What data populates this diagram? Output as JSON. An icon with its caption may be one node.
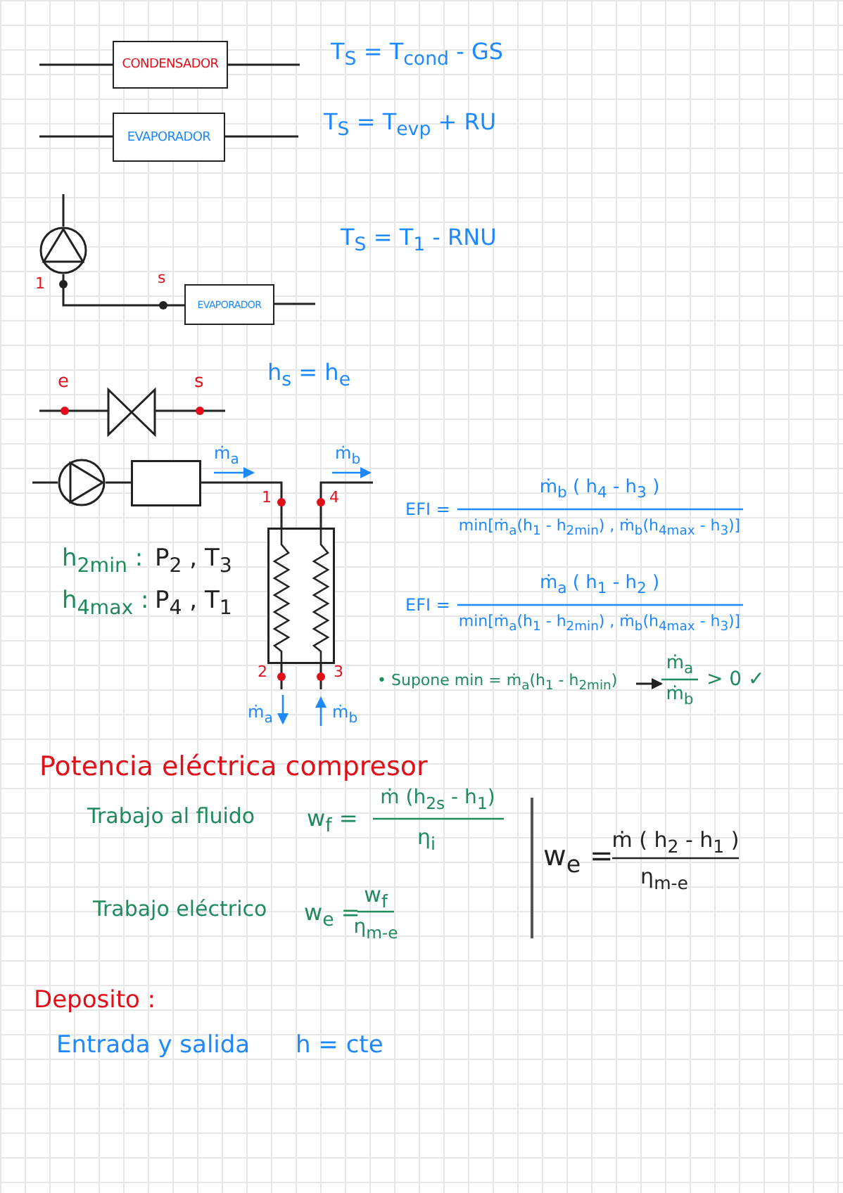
{
  "diagram": {
    "nodes": [
      {
        "text": [
          "CONDENSADOR"
        ]
      },
      {
        "text": [
          "EVAPORADOR"
        ]
      },
      {
        "text": [],
        "shape": "circle"
      },
      {
        "text": [
          "EVAPORADOR"
        ]
      },
      {
        "text": [],
        "shape": "circle"
      },
      {
        "text": [],
        "shape": "box"
      },
      {
        "text": [],
        "shape": "box"
      }
    ],
    "edges": [
      {
        "from": null,
        "to": 0,
        "arrow": "none"
      },
      {
        "from": 0,
        "to": null,
        "arrow": "none"
      },
      {
        "from": null,
        "to": 1,
        "arrow": "none"
      },
      {
        "from": 1,
        "to": null,
        "arrow": "none"
      },
      {
        "from": 2,
        "to": null,
        "arrow": "none"
      },
      {
        "from": 2,
        "to": 3,
        "arrow": "other"
      },
      {
        "from": 3,
        "to": null,
        "arrow": "none"
      },
      {
        "from": null,
        "to": 4,
        "arrow": "none"
      },
      {
        "from": 4,
        "to": 5,
        "arrow": "none"
      },
      {
        "from": 5,
        "to": 6,
        "arrow": "none"
      },
      {
        "from": 6,
        "to": null,
        "arrow": "none"
      },
      {
        "from": 6,
        "to": null,
        "arrow": "none"
      },
      {
        "from": null,
        "to": 6,
        "arrow": "none"
      }
    ],
    "labels": [
      "T$_{S}$ = T$_{cond}$ - GS",
      "T$_{S}$ = T$_{evp}$ + RU",
      "T$_{S}$ = T$_{1}$ - RNU",
      "1",
      "s",
      "e",
      "s",
      "h$_{s}$ = h$_{e}$",
      "ṁ$_{a}$",
      "ṁ$_{b}$",
      "EFI =",
      "ṁ$_{b}$ ( h$_{4}$ - h$_{3}$ )",
      "1",
      "4",
      "min[ṁ$_{a}$(h$_{1}$ - h$_{2min}$) , ṁ$_{b}$(h$_{4max}$ - h$_{3}$)]",
      "h$_{2min}$ :",
      "P$_{2}$ , T$_{3}$",
      "h$_{4max}$ :",
      "P$_{4}$ , T$_{1}$",
      "EFI =",
      "ṁ$_{a}$ ( h$_{1}$ - h$_{2}$ )",
      "min[ṁ$_{a}$(h$_{1}$ - h$_{2min}$) , ṁ$_{b}$(h$_{4max}$ - h$_{3}$)]",
      "2",
      "3",
      "• Supone min = ṁ$_{a}$(h$_{1}$ - h$_{2min}$)",
      "ṁ$_{a}$",
      "ṁ$_{b}$",
      "> 0 ✓",
      "ṁ$_{a}$",
      "ṁ$_{b}$",
      "Potencia eléctrica compresor",
      "Trabajo al fluido",
      "w$_{f}$ =",
      "ṁ (h$_{2s}$ - h$_{1}$)",
      "η$_{i}$",
      "w$_{e}$ =",
      "ṁ ( h$_{2}$ - h$_{1}$ )",
      "η$_{m-e}$",
      "Trabajo eléctrico",
      "w$_{e}$ =",
      "w$_{f}$",
      "η$_{m-e}$",
      "Deposito :",
      "Entrada y salida",
      "h = cte"
    ]
  }
}
